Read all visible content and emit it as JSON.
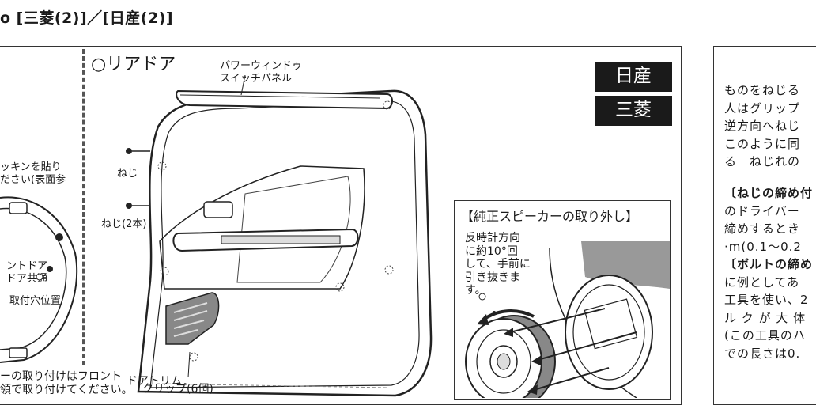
{
  "title": "o [三菱(2)]／[日産(2)]",
  "rear_door_label": "○リアドア",
  "badges": {
    "nissan": "日産",
    "mitsubishi": "三菱"
  },
  "labels": {
    "power_window": [
      "パワーウィンドゥ",
      "スイッチパネル"
    ],
    "screw1": "ねじ",
    "screw2": "ねじ(2本)",
    "door_trim": "ドアトリム",
    "clip": "クリップ(6個)"
  },
  "left_panel": {
    "packing_note": [
      "ッキンを貼り",
      "ださい(表面参"
    ],
    "front_door_common": [
      "ントドア",
      "ドア共通"
    ],
    "mount_hole": "取付穴位置",
    "bottom_note": [
      "ーの取り付けはフロント",
      "領で取り付けてください。"
    ]
  },
  "speaker_box": {
    "title": "【純正スピーカーの取り外し】",
    "instructions": [
      "反時計方向",
      "に約10°回",
      "して、手前に",
      "引き抜きま",
      "す。"
    ]
  },
  "right_panel": {
    "lines1": [
      "ものをねじる",
      "人はグリップ",
      "逆方向へねじ",
      "このように同",
      "る　ねじれの"
    ],
    "lines2": [
      "〔ねじの締め付",
      "のドライバー",
      "締めするとき",
      "·m(0.1〜0.2"
    ],
    "lines3": [
      "〔ボルトの締め",
      "に例としてあ",
      "工具を使い、2",
      "ル ク が 大 体",
      "(この工具のハ",
      "での長さは0."
    ]
  }
}
